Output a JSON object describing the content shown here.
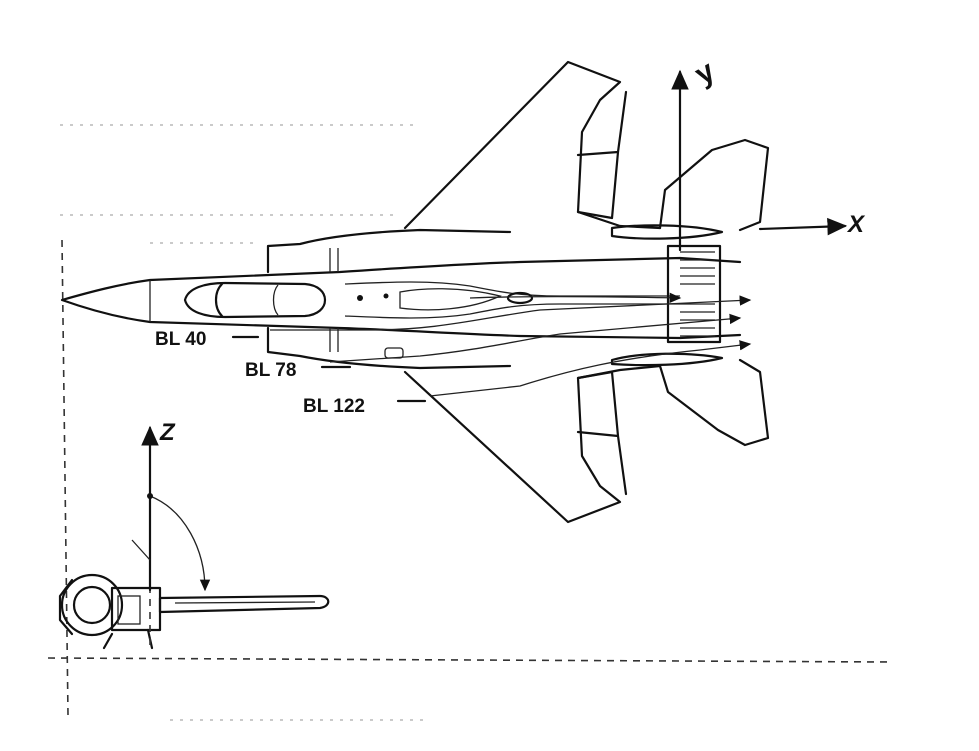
{
  "axes": {
    "x_label": "X",
    "y_label": "y",
    "z_label": "Z"
  },
  "butt_lines": [
    {
      "id": "bl40",
      "label": "BL 40"
    },
    {
      "id": "bl78",
      "label": "BL 78"
    },
    {
      "id": "bl122",
      "label": "BL 122"
    }
  ]
}
